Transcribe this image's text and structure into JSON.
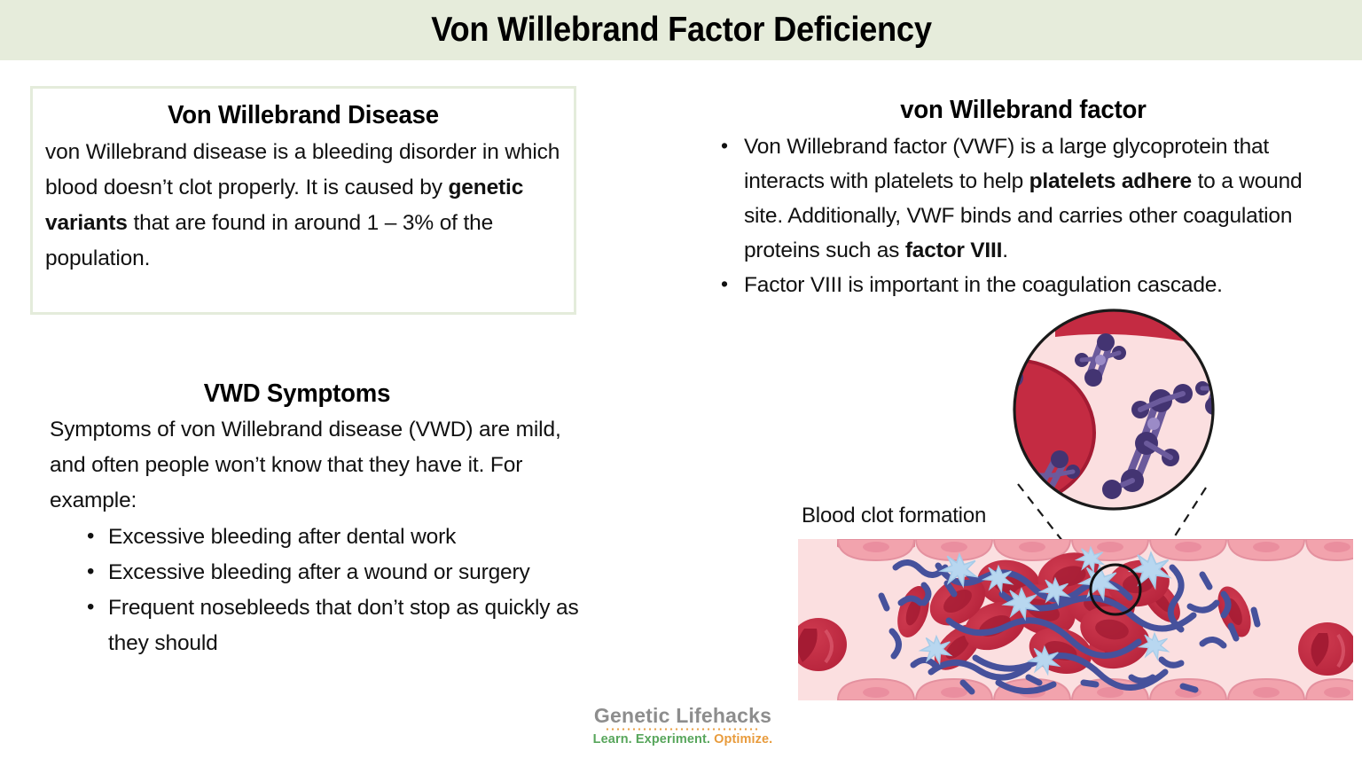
{
  "header": {
    "title": "Von Willebrand Factor Deficiency",
    "background_color": "#e6ecdb"
  },
  "left_column": {
    "disease_box": {
      "title": "Von Willebrand Disease",
      "border_color": "#e4ecdb",
      "paragraph_parts": [
        {
          "text": "von Willebrand disease is a bleeding disorder in which blood doesn’t clot properly. It is caused by ",
          "bold": false
        },
        {
          "text": "genetic variants",
          "bold": true
        },
        {
          "text": " that are found in around 1 – 3% of the population.",
          "bold": false
        }
      ],
      "paragraph_plain": "von Willebrand disease is a bleeding disorder in which blood doesn’t clot properly. It is caused by genetic variants that are found in around 1 – 3% of the population."
    },
    "symptoms": {
      "title": "VWD Symptoms",
      "intro": "Symptoms of von Willebrand disease (VWD) are mild, and often people won’t know that they have it. For example:",
      "items": [
        "Excessive bleeding after dental work",
        "Excessive bleeding after a wound or surgery",
        "Frequent nosebleeds that don’t stop as quickly as they should"
      ]
    }
  },
  "right_column": {
    "vwf": {
      "title": "von Willebrand factor",
      "items": [
        {
          "parts": [
            {
              "text": "Von Willebrand factor (VWF) is a large glycoprotein that interacts with platelets to help ",
              "bold": false
            },
            {
              "text": "platelets adhere",
              "bold": true
            },
            {
              "text": " to a wound site. Additionally, VWF binds and carries other coagulation proteins such as ",
              "bold": false
            },
            {
              "text": "factor VIII",
              "bold": true
            },
            {
              "text": ".",
              "bold": false
            }
          ],
          "plain": "Von Willebrand factor (VWF) is a large glycoprotein that interacts with platelets to help platelets adhere to a wound site. Additionally, VWF binds and carries other coagulation proteins such as factor VIII."
        },
        {
          "parts": [
            {
              "text": "Factor VIII is important in the coagulation cascade.",
              "bold": false
            }
          ],
          "plain": "Factor VIII is important in the coagulation cascade."
        }
      ]
    },
    "illustration": {
      "caption": "Blood clot formation",
      "colors": {
        "plasma": "#fbdfe0",
        "vessel_wall": "#f2a3ad",
        "red_blood_cell": "#c42b42",
        "red_blood_cell_dark": "#a41b33",
        "fibrin": "#46519c",
        "platelet": "#b8d7f0",
        "vwf_multimer": "#5b4a8f",
        "vwf_multimer_light": "#8b7bb8",
        "magnifier_outline": "#1a1a1a"
      },
      "elements": [
        "magnified-inset-circle",
        "dashed-connector-lines",
        "focus-circle-marker",
        "blood-vessel-panel",
        "endothelial-cells",
        "red-blood-cells",
        "fibrin-strands",
        "platelets",
        "vwf-multimers"
      ]
    }
  },
  "logo": {
    "name": "Genetic Lifehacks",
    "tagline_green": "Learn. Experiment. ",
    "tagline_orange": "Optimize.",
    "name_color": "#8d8d8d",
    "green": "#58a65c",
    "orange": "#e89b3c"
  }
}
